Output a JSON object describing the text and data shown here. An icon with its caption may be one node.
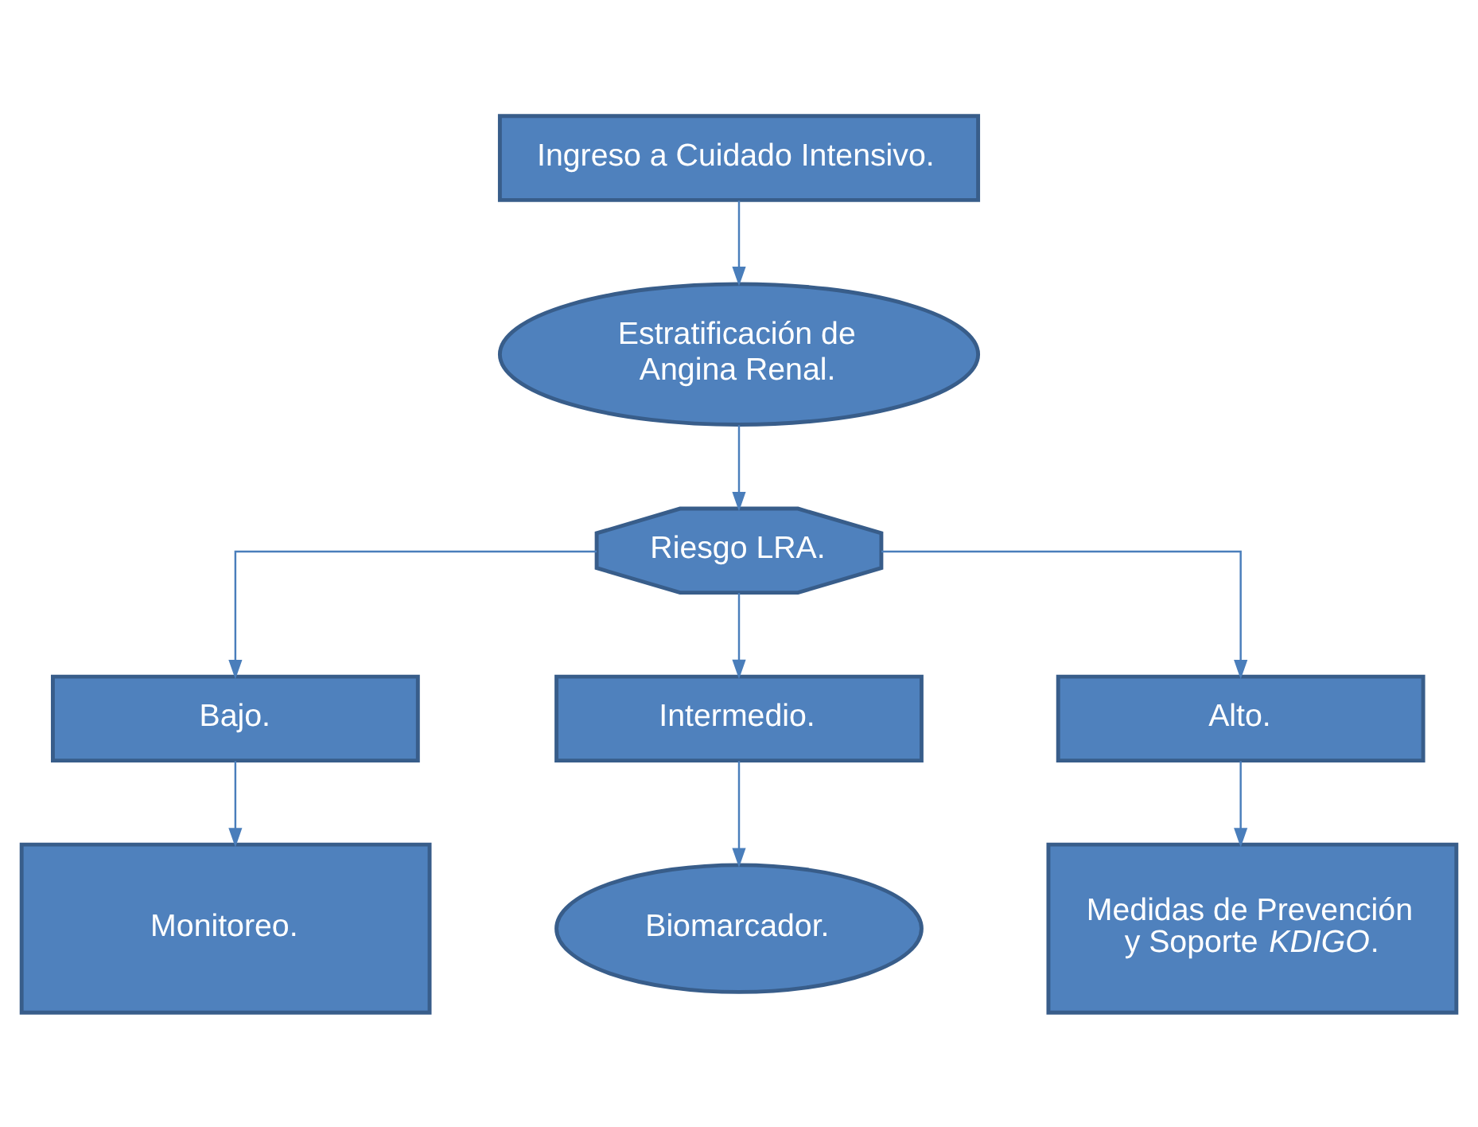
{
  "diagram": {
    "nodes": [
      {
        "text": [
          "Ingreso a Cuidado Intensivo."
        ]
      },
      {
        "text": [
          "Estratificación de Angina Renal."
        ]
      },
      {
        "text": [
          "Riesgo LRA."
        ]
      },
      {
        "text": [
          "Bajo."
        ]
      },
      {
        "text": [
          "Intermedio."
        ]
      },
      {
        "text": [
          "Alto."
        ]
      },
      {
        "text": [
          "Monitoreo."
        ]
      },
      {
        "text": [
          "Biomarcador."
        ]
      },
      {
        "text": [
          "Medidas de Prevención y Soporte *KDIGO*."
        ]
      }
    ],
    "edges": [
      {
        "from": 0,
        "to": 1,
        "arrow": "to"
      },
      {
        "from": 1,
        "to": 2,
        "arrow": "to"
      },
      {
        "from": 2,
        "to": 3,
        "arrow": "to"
      },
      {
        "from": 2,
        "to": 4,
        "arrow": "to"
      },
      {
        "from": 2,
        "to": 5,
        "arrow": "to"
      },
      {
        "from": 3,
        "to": 6,
        "arrow": "to"
      },
      {
        "from": 4,
        "to": 7,
        "arrow": "to"
      },
      {
        "from": 5,
        "to": 8,
        "arrow": "to"
      }
    ]
  }
}
